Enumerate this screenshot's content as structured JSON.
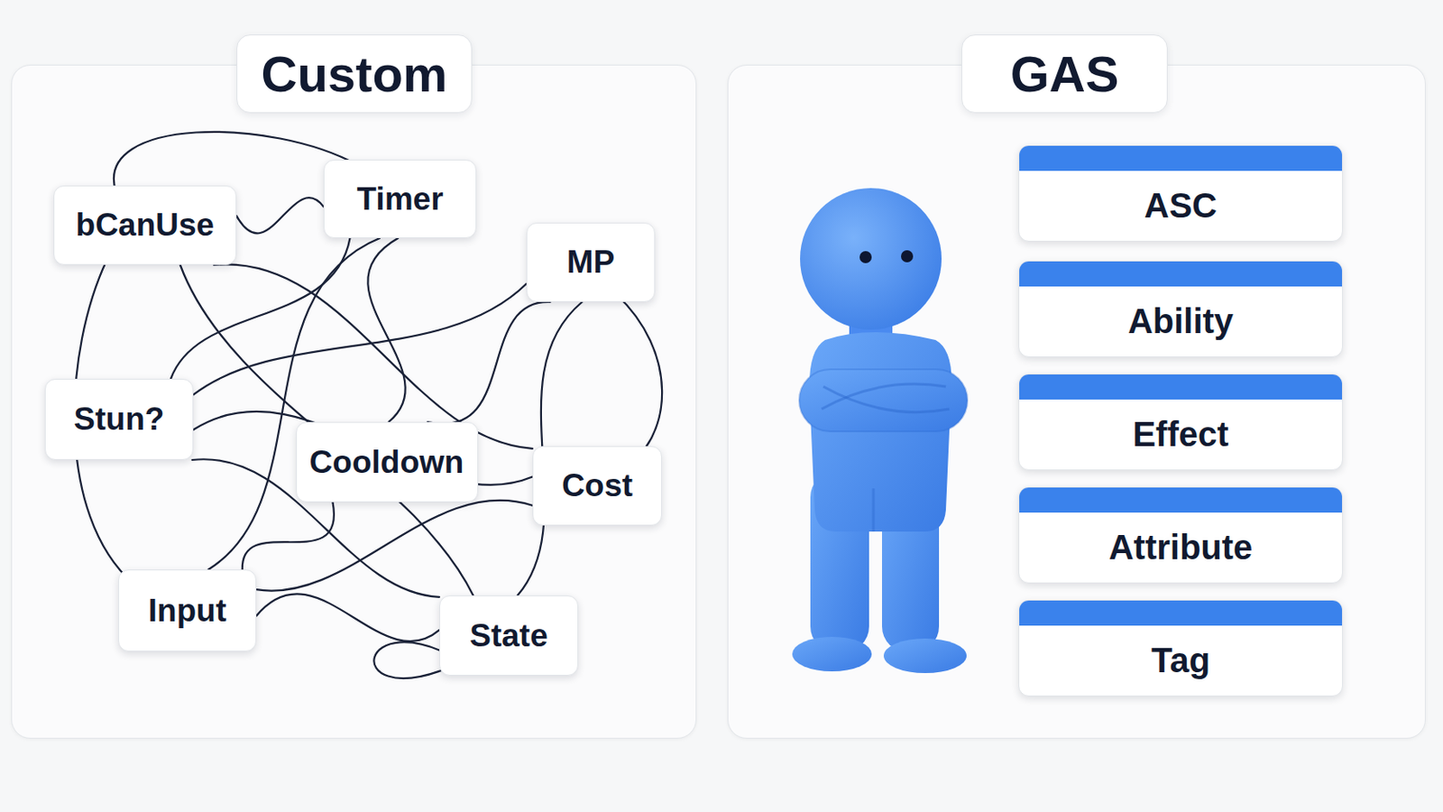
{
  "diagram": {
    "nodes": [
      {
        "text": [
          "Custom"
        ]
      },
      {
        "text": [
          "bCanUse"
        ],
        "in": 0
      },
      {
        "text": [
          "Timer"
        ],
        "in": 0
      },
      {
        "text": [
          "MP"
        ],
        "in": 0
      },
      {
        "text": [
          "Stun?"
        ],
        "in": 0
      },
      {
        "text": [
          "Cooldown"
        ],
        "in": 0
      },
      {
        "text": [
          "Cost"
        ],
        "in": 0
      },
      {
        "text": [
          "Input"
        ],
        "in": 0
      },
      {
        "text": [
          "State"
        ],
        "in": 0
      },
      {
        "text": [
          "GAS"
        ]
      },
      {
        "text": [
          "ASC"
        ],
        "in": 9
      },
      {
        "text": [
          "Ability"
        ],
        "in": 9
      },
      {
        "text": [
          "Effect"
        ],
        "in": 9
      },
      {
        "text": [
          "Attribute"
        ],
        "in": 9
      },
      {
        "text": [
          "Tag"
        ],
        "in": 9
      }
    ],
    "edges": [
      {
        "from": 1,
        "to": 2,
        "arrow": "none"
      },
      {
        "from": 1,
        "to": 6,
        "arrow": "none"
      },
      {
        "from": 1,
        "to": 8,
        "arrow": "none"
      },
      {
        "from": 2,
        "to": 4,
        "arrow": "none"
      },
      {
        "from": 2,
        "to": 7,
        "arrow": "none"
      },
      {
        "from": 3,
        "to": 4,
        "arrow": "none"
      },
      {
        "from": 3,
        "to": 8,
        "arrow": "none"
      },
      {
        "from": 4,
        "to": 6,
        "arrow": "none"
      },
      {
        "from": 5,
        "to": 3,
        "arrow": "none"
      },
      {
        "from": 5,
        "to": 7,
        "arrow": "none"
      },
      {
        "from": 6,
        "to": 7,
        "arrow": "none"
      },
      {
        "from": 7,
        "to": 8,
        "arrow": "none"
      },
      {
        "from": 2,
        "to": 5,
        "arrow": "none"
      },
      {
        "from": 4,
        "to": 8,
        "arrow": "none"
      }
    ]
  }
}
